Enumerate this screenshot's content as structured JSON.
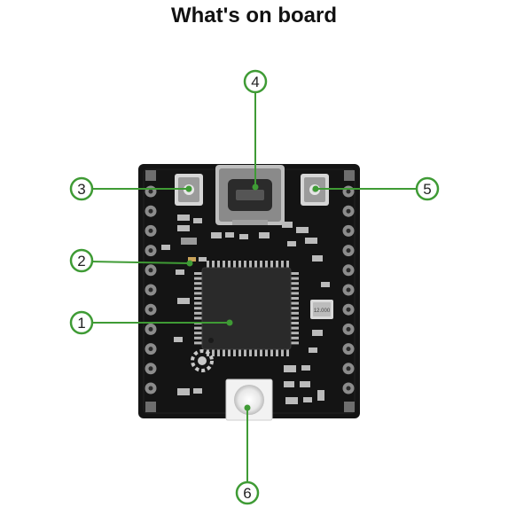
{
  "title": "What's on board",
  "callouts": [
    {
      "number": "1"
    },
    {
      "number": "2"
    },
    {
      "number": "3"
    },
    {
      "number": "4"
    },
    {
      "number": "5"
    },
    {
      "number": "6"
    }
  ],
  "board": {
    "chip_marking": "12.000",
    "colors": {
      "pcb": "#141414",
      "pad": "#8c8c8c",
      "callout_green": "#3f9b35",
      "mcu": "#2a2a2a"
    }
  }
}
